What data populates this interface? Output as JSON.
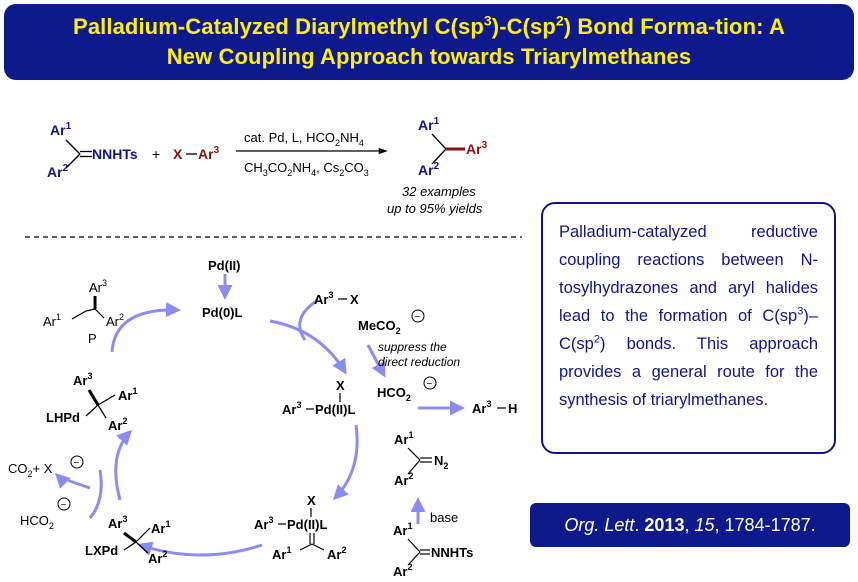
{
  "title": {
    "part1": "Palladium-Catalyzed Diarylmethyl C(sp",
    "sup1": "3",
    "part2": ")-C(sp",
    "sup2": "2",
    "part3": ") Bond Forma-tion: A",
    "line2": "New Coupling Approach towards Triarylmethanes"
  },
  "reaction": {
    "reactant1_ar1": "Ar",
    "reactant1_n1": "1",
    "reactant1_group": "NNHTs",
    "reactant1_ar2": "Ar",
    "reactant1_n2": "2",
    "plus": "+",
    "reactant2_x": "X",
    "reactant2_ar3": "Ar",
    "reactant2_n3": "3",
    "conditions_top_a": "cat. Pd, L, HCO",
    "conditions_top_sub": "2",
    "conditions_top_b": "NH",
    "conditions_top_sub2": "4",
    "conditions_bottom_a": "CH",
    "conditions_bottom_s1": "3",
    "conditions_bottom_b": "CO",
    "conditions_bottom_s2": "2",
    "conditions_bottom_c": "NH",
    "conditions_bottom_s3": "4",
    "conditions_bottom_d": ", Cs",
    "conditions_bottom_s4": "2",
    "conditions_bottom_e": "CO",
    "conditions_bottom_s5": "3",
    "examples": "32 examples",
    "yields": "up to 95% yields"
  },
  "cycle": {
    "pd2": "Pd(II)",
    "pd0": "Pd(0)L",
    "ar3x": "Ar",
    "ar3x_n": "3",
    "ar3x_x": "X",
    "meco2_a": "MeCO",
    "meco2_s": "2",
    "suppress1": "suppress the",
    "suppress2": "direct reduction",
    "hco2_a": "HCO",
    "hco2_s": "2",
    "minus": "−",
    "x_label": "X",
    "pd_oxadd": "Pd(II)L",
    "ar3h_a": "Ar",
    "ar3h_n": "3",
    "ar3h_h": "H",
    "diazo_n2_a": "N",
    "diazo_n2_s": "2",
    "base": "base",
    "hydrazone_group": "NNHTs",
    "lxpd": "LXPd",
    "lhpd": "LHPd",
    "co2_a": "CO",
    "co2_s": "2",
    "co2_plus": "+ X",
    "hco2_left_a": "HCO",
    "hco2_left_s": "2",
    "product_p": "P",
    "ar": "Ar",
    "n1": "1",
    "n2": "2",
    "n3": "3"
  },
  "summary": {
    "p1": "Palladium-catalyzed reductive coupling reactions between N-tosylhydrazones and aryl halides lead to the formation of C(sp",
    "s1": "3",
    "p2": ")–C(sp",
    "s2": "2",
    "p3": ") bonds. This approach provides a general route for the synthesis of triarylmethanes."
  },
  "citation": {
    "journal": "Org. Lett",
    "dot": ".",
    "year": "2013",
    "sep1": ",",
    "volume": "15",
    "pages": ", 1784-1787."
  },
  "colors": {
    "banner": "#0e1a8c",
    "title_text": "#ffee10",
    "navy_text": "#10148c",
    "red_text": "#8c1010",
    "arrow": "#8a8cf0"
  }
}
